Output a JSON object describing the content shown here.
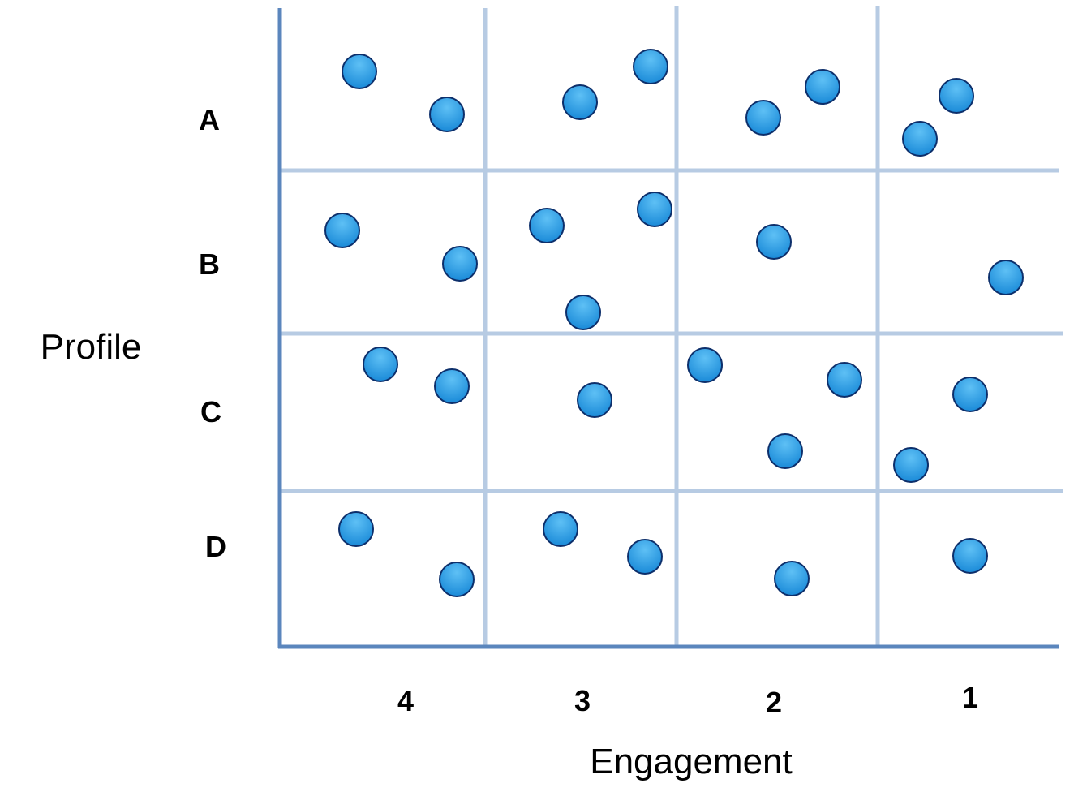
{
  "y_axis_title": "Profile",
  "x_axis_title": "Engagement",
  "rows": [
    "A",
    "B",
    "C",
    "D"
  ],
  "columns": [
    "4",
    "3",
    "2",
    "1"
  ],
  "colors": {
    "grid": "#b7cbe3",
    "axis": "#5b86bd",
    "dot_fill": "#1a8ad8",
    "dot_highlight": "#5ec0f5",
    "dot_stroke": "#0d2f6b"
  },
  "cells": {
    "A": {
      "4": 2,
      "3": 2,
      "2": 2,
      "1": 2
    },
    "B": {
      "4": 2,
      "3": 3,
      "2": 1,
      "1": 1
    },
    "C": {
      "4": 2,
      "3": 1,
      "2": 3,
      "1": 2
    },
    "D": {
      "4": 2,
      "3": 2,
      "2": 1,
      "1": 1
    }
  }
}
